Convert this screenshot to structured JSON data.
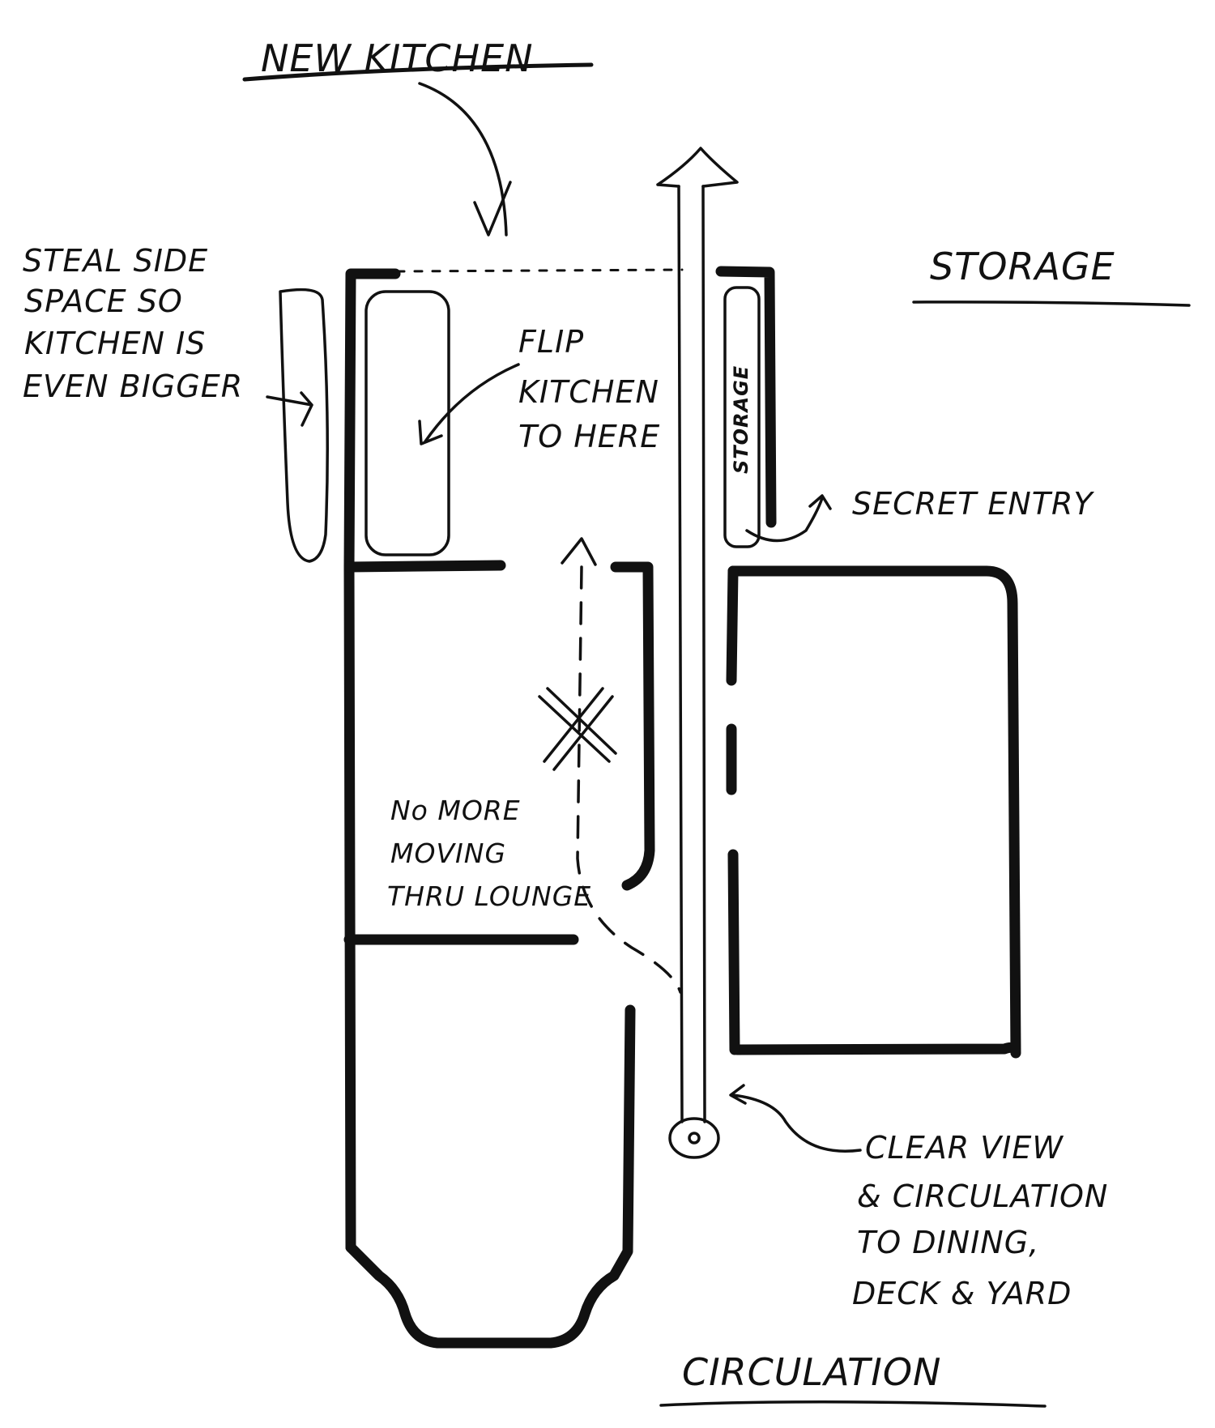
{
  "labels": {
    "new_kitchen": "NEW KITCHEN",
    "storage_heading": "STORAGE",
    "storage_vertical": "STORAGE",
    "circulation": "CIRCULATION",
    "steal_side_space": [
      "STEAL SIDE",
      "SPACE SO",
      "KITCHEN IS",
      "EVEN BIGGER"
    ],
    "flip_kitchen": [
      "FLIP",
      "KITCHEN",
      "TO HERE"
    ],
    "secret_entry": "SECRET ENTRY",
    "no_more_moving": [
      "No MORE",
      "MOVING",
      "THRU LOUNGE"
    ],
    "clear_view": [
      "CLEAR VIEW",
      "& CIRCULATION",
      "TO DINING,",
      "DECK & YARD"
    ]
  },
  "colors": {
    "ink": "#111111",
    "paper": "#ffffff"
  }
}
